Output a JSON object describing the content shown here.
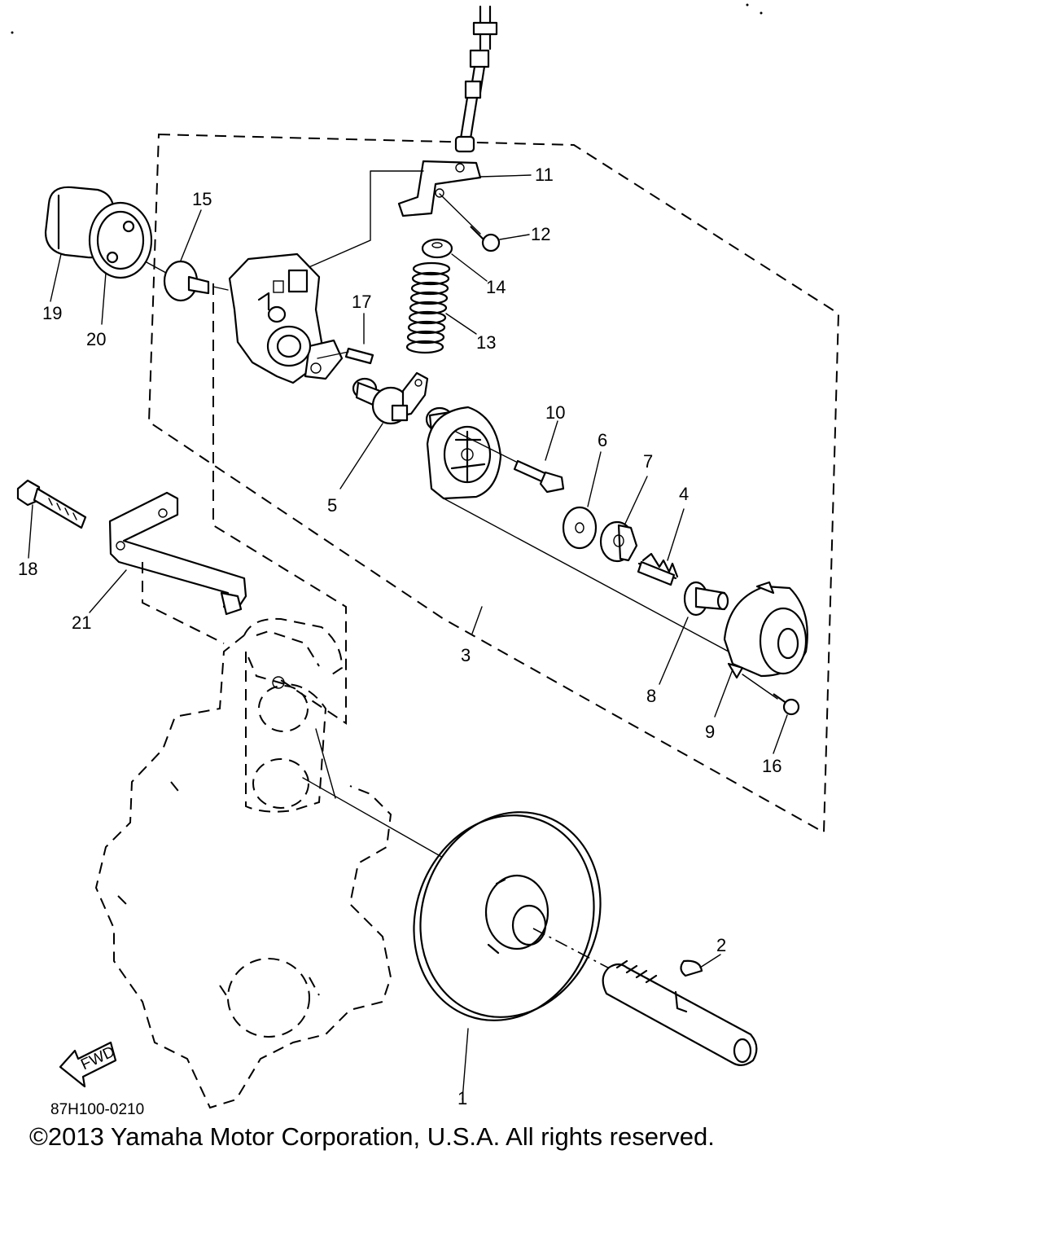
{
  "diagram_code": "87H100-0210",
  "copyright": "©2013 Yamaha Motor Corporation, U.S.A. All rights reserved.",
  "fwd_label": "FWD",
  "callouts": [
    "1",
    "2",
    "3",
    "4",
    "5",
    "6",
    "7",
    "8",
    "9",
    "10",
    "11",
    "12",
    "13",
    "14",
    "15",
    "16",
    "17",
    "18",
    "19",
    "20",
    "21"
  ]
}
